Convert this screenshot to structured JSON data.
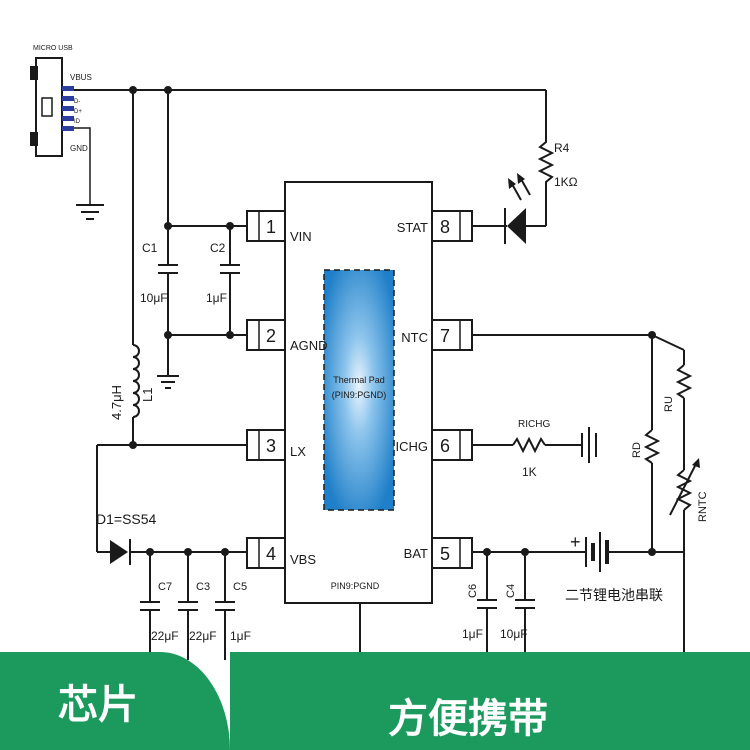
{
  "usb": {
    "title": "MICRO USB",
    "vbus": "VBUS",
    "gnd": "GND"
  },
  "chip": {
    "left_pins": [
      {
        "num": "1",
        "name": "VIN"
      },
      {
        "num": "2",
        "name": "AGND"
      },
      {
        "num": "3",
        "name": "LX"
      },
      {
        "num": "4",
        "name": "VBS"
      }
    ],
    "right_pins": [
      {
        "num": "8",
        "name": "STAT"
      },
      {
        "num": "7",
        "name": "NTC"
      },
      {
        "num": "6",
        "name": "ICHG"
      },
      {
        "num": "5",
        "name": "BAT"
      }
    ],
    "pad_line1": "Thermal Pad",
    "pad_line2": "(PIN9:PGND)",
    "bottom_label": "PIN9:PGND"
  },
  "components": {
    "c1": {
      "name": "C1",
      "value": "10μF"
    },
    "c2": {
      "name": "C2",
      "value": "1μF"
    },
    "r4": {
      "name": "R4",
      "value": "1KΩ"
    },
    "l1": {
      "name": "L1",
      "value": "4.7μH"
    },
    "d1": "D1=SS54",
    "c7": {
      "name": "C7",
      "value": "22μF"
    },
    "c3": {
      "name": "C3",
      "value": "22μF"
    },
    "c5": {
      "name": "C5",
      "value": "1μF"
    },
    "c6": {
      "name": "C6",
      "value": "1μF"
    },
    "c4": {
      "name": "C4",
      "value": "10μF"
    },
    "richg": {
      "name": "RICHG",
      "value": "1K"
    },
    "rd": "RD",
    "ru": "RU",
    "rntc": "RNTC",
    "battery_plus": "+",
    "battery_label": "二节锂电池串联"
  },
  "banner": {
    "left": "芯片",
    "right": "方便携带"
  },
  "colors": {
    "banner": "#1c9a5e",
    "pad": "#1f7fc8"
  }
}
